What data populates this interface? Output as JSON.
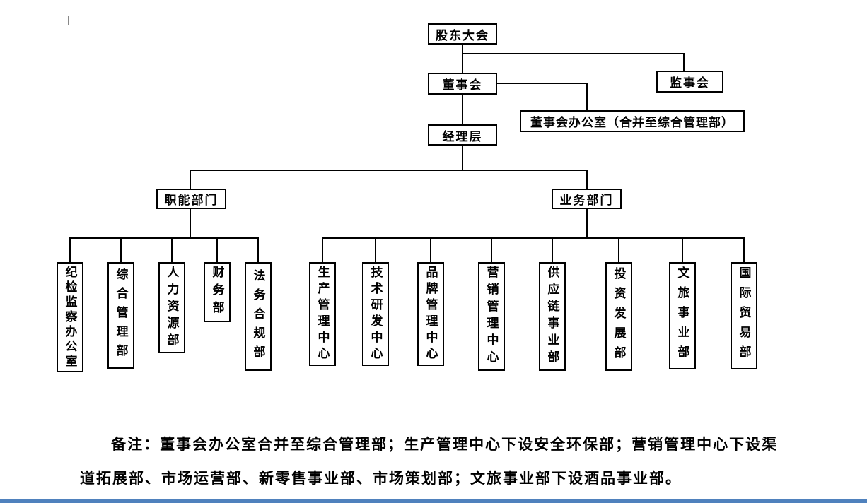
{
  "org_chart": {
    "shareholders_meeting": "股东大会",
    "board_of_directors": "董事会",
    "supervisory_board": "监事会",
    "board_office": "董事会办公室（合并至综合管理部）",
    "management_level": "经理层",
    "functional_group_label": "职能部门",
    "business_group_label": "业务部门",
    "functional_departments": [
      "纪检监察办公室",
      "综合管理部",
      "人力资源部",
      "财务部",
      "法务合规部"
    ],
    "business_departments": [
      "生产管理中心",
      "技术研发中心",
      "品牌管理中心",
      "营销管理中心",
      "供应链事业部",
      "投资发展部",
      "文旅事业部",
      "国际贸易部"
    ]
  },
  "note": "备注：董事会办公室合并至综合管理部；生产管理中心下设安全环保部；营销管理中心下设渠道拓展部、市场运营部、新零售事业部、市场策划部；文旅事业部下设酒品事业部。",
  "colors": {
    "connector": "#000000",
    "bottom_bar": "#4f81bd",
    "corner_mark": "#888888"
  }
}
